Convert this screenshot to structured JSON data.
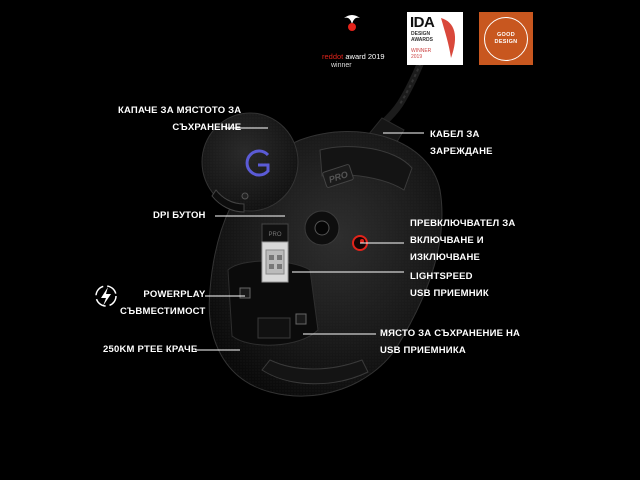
{
  "awards": {
    "reddot": {
      "brand_red": "red",
      "brand_dot": "dot",
      "rest": " award 2019",
      "winner": "winner"
    },
    "ida": {
      "title": "IDA",
      "line1": "DESIGN",
      "line2": "AWARDS",
      "line3": "WINNER",
      "year": "2019"
    },
    "good_design": {
      "line1": "GOOD",
      "line2": "DESIGN"
    }
  },
  "mouse": {
    "badge": "PRO",
    "receiver_tag": "PRO"
  },
  "callouts": {
    "lid": {
      "line1": "КАПАЧЕ ЗА МЯСТОТО ЗА",
      "line2": "СЪХРАНЕНИЕ"
    },
    "cable": {
      "line1": "КАБЕЛ ЗА",
      "line2": "ЗАРЕЖДАНЕ"
    },
    "dpi": {
      "line1": "DPI БУТОН"
    },
    "switch": {
      "line1": "ПРЕВКЛЮЧВАТЕЛ ЗА",
      "line2": "ВКЛЮЧВАНЕ И",
      "line3": "ИЗКЛЮЧВАНЕ"
    },
    "lightspeed": {
      "line1": "LIGHTSPEED",
      "line2": "USB ПРИЕМНИК"
    },
    "powerplay": {
      "line1": "POWERPLAY",
      "line2": "СЪВМЕСТИМОСТ"
    },
    "storage": {
      "line1": "МЯСТО ЗА СЪХРАНЕНИЕ НА",
      "line2": "USB ПРИЕМНИКА"
    },
    "feet": {
      "line1": "250KM PTEE КРАЧЕ"
    }
  },
  "colors": {
    "background": "#000000",
    "accent_red": "#e2231a",
    "good_design_orange": "#c8571f"
  }
}
